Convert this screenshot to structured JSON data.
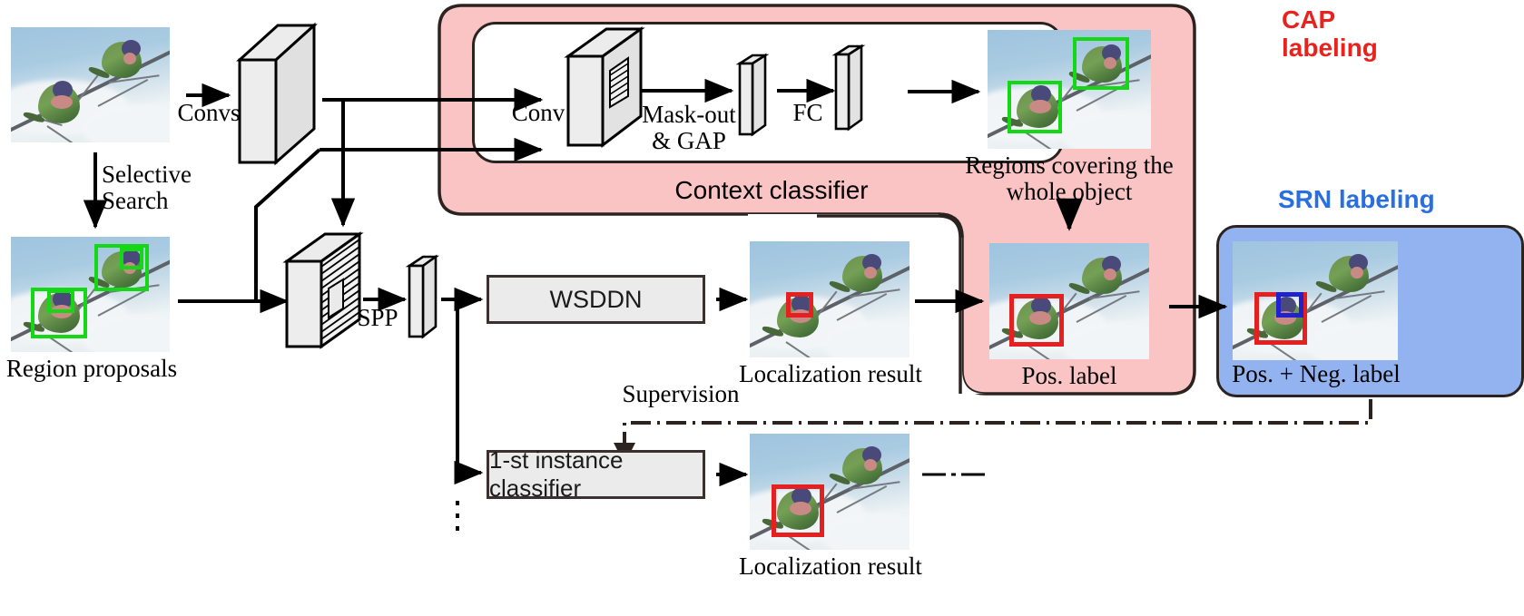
{
  "figure": {
    "title": "Weakly supervised object detection pipeline with CAP and SRN labeling"
  },
  "labels": {
    "convs": "Convs",
    "selective_search": "Selective\nSearch",
    "region_proposals": "Region proposals",
    "spp": "SPP",
    "conv": "Conv",
    "mask_out_gap": "Mask-out\n& GAP",
    "fc": "FC",
    "context_classifier": "Context classifier",
    "cap_labeling": "CAP\nlabeling",
    "srn_labeling": "SRN labeling",
    "regions_covering": "Regions covering the\nwhole object",
    "pos_label": "Pos. label",
    "pos_neg_label": "Pos. + Neg. label",
    "wsddn": "WSDDN",
    "localization_result_top": "Localization result",
    "localization_result_bottom": "Localization result",
    "supervision": "Supervision",
    "first_instance_classifier": "1-st instance classifier"
  },
  "colors": {
    "cap_pink_fill": "#fbc4c4",
    "cap_red_text": "#e8231e",
    "srn_blue_fill": "#93b3f0",
    "srn_blue_text": "#2a6fe0",
    "proposal_green": "#14d814",
    "positive_red": "#e52020",
    "negative_blue": "#2222cc",
    "block_gray": "#ebebeb",
    "stroke": "#2b2320"
  },
  "boxes": {
    "region_proposals_green_count": 2,
    "cap_regions_green_count": 2,
    "pos_label_red_count": 1,
    "srn_red_count": 1,
    "srn_blue_count": 1,
    "wsddn_result_red_count": 1,
    "instance_result_red_count": 1
  },
  "icons": {
    "feature_map": "feature-map-cuboid-icon",
    "pooled_vector": "feature-vector-icon",
    "spp_map": "spp-feature-map-icon",
    "arrow": "arrow-right-icon",
    "down_arrow": "arrow-down-icon",
    "dash_dot_line": "dash-dot-connector-icon",
    "photo": "bird-photo-icon"
  }
}
